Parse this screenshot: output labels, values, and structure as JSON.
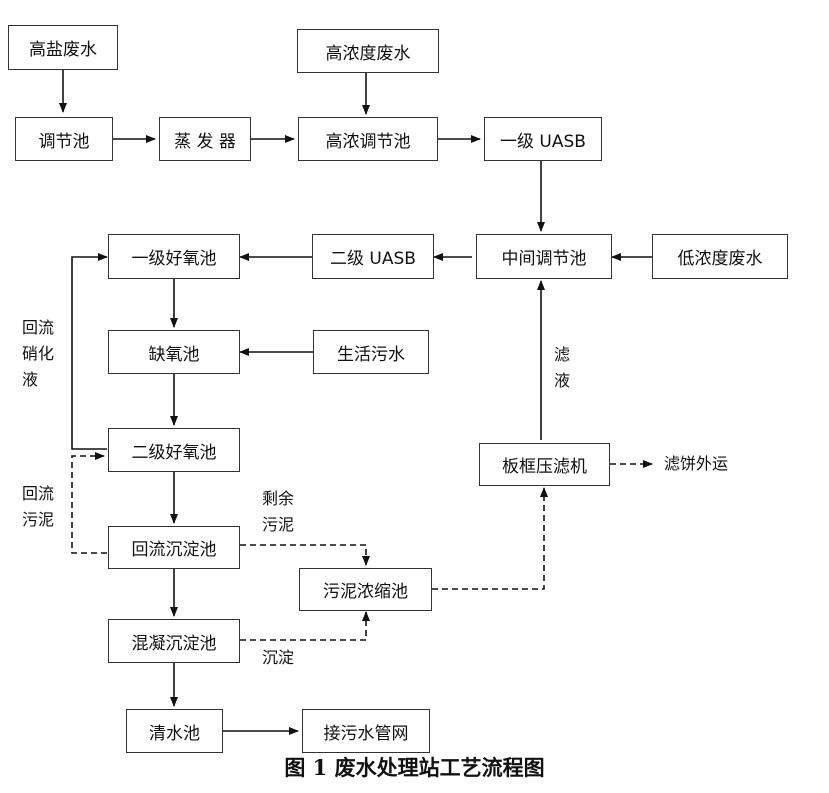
{
  "nodes": {
    "high_salt": "高盐废水",
    "high_conc": "高浓度废水",
    "regulating": "调节池",
    "evaporator": "蒸 发 器",
    "high_reg": "高浓调节池",
    "uasb1": "一级 UASB",
    "middle_reg": "中间调节池",
    "low_conc": "低浓度废水",
    "uasb2": "二级 UASB",
    "aerobic1": "一级好氧池",
    "anoxic": "缺氧池",
    "domestic": "生活污水",
    "aerobic2": "二级好氧池",
    "return_settle": "回流沉淀池",
    "sludge_thicken": "污泥浓缩池",
    "coag_settle": "混凝沉淀池",
    "clear_water": "清水池",
    "sewer": "接污水管网",
    "filter_press": "板框压滤机"
  },
  "labels": {
    "return_nitrified": [
      "回流",
      "硝化",
      "液"
    ],
    "return_sludge": [
      "回流",
      "污泥"
    ],
    "excess_sludge": [
      "剩余",
      "污泥"
    ],
    "sediment": "沉淀",
    "filtrate": [
      "滤",
      "液"
    ],
    "cake_out": "滤饼外运"
  },
  "caption": "图 1    废水处理站工艺流程图"
}
